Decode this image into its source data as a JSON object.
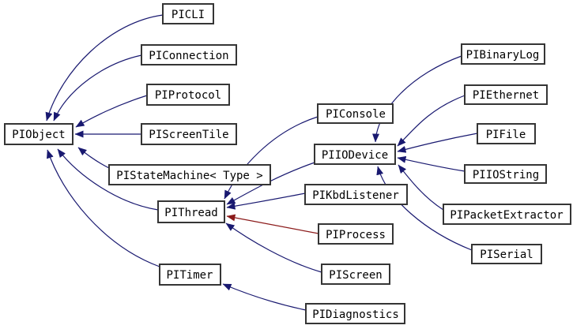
{
  "diagram": {
    "type": "class-inheritance-graph",
    "background_color": "#ffffff",
    "colors": {
      "public_inheritance_edge": "#191970",
      "private_inheritance_edge": "#8b1a1a",
      "node_border": "#353535",
      "node_fill": "#ffffff",
      "node_text": "#000000"
    },
    "nodes": [
      {
        "id": "PIObject",
        "label": "PIObject"
      },
      {
        "id": "PICLI",
        "label": "PICLI"
      },
      {
        "id": "PIConnection",
        "label": "PIConnection"
      },
      {
        "id": "PIProtocol",
        "label": "PIProtocol"
      },
      {
        "id": "PIScreenTile",
        "label": "PIScreenTile"
      },
      {
        "id": "PIStateMachine",
        "label": "PIStateMachine< Type >"
      },
      {
        "id": "PIThread",
        "label": "PIThread"
      },
      {
        "id": "PITimer",
        "label": "PITimer"
      },
      {
        "id": "PIConsole",
        "label": "PIConsole"
      },
      {
        "id": "PIIODevice",
        "label": "PIIODevice"
      },
      {
        "id": "PIKbdListener",
        "label": "PIKbdListener"
      },
      {
        "id": "PIProcess",
        "label": "PIProcess"
      },
      {
        "id": "PIScreen",
        "label": "PIScreen"
      },
      {
        "id": "PIDiagnostics",
        "label": "PIDiagnostics"
      },
      {
        "id": "PIBinaryLog",
        "label": "PIBinaryLog"
      },
      {
        "id": "PIEthernet",
        "label": "PIEthernet"
      },
      {
        "id": "PIFile",
        "label": "PIFile"
      },
      {
        "id": "PIIOString",
        "label": "PIIOString"
      },
      {
        "id": "PIPacketExtractor",
        "label": "PIPacketExtractor"
      },
      {
        "id": "PISerial",
        "label": "PISerial"
      }
    ],
    "edges": [
      {
        "from": "PICLI",
        "to": "PIObject",
        "relation": "public"
      },
      {
        "from": "PIConnection",
        "to": "PIObject",
        "relation": "public"
      },
      {
        "from": "PIProtocol",
        "to": "PIObject",
        "relation": "public"
      },
      {
        "from": "PIScreenTile",
        "to": "PIObject",
        "relation": "public"
      },
      {
        "from": "PIStateMachine< Type >",
        "to": "PIObject",
        "relation": "public"
      },
      {
        "from": "PIThread",
        "to": "PIObject",
        "relation": "public"
      },
      {
        "from": "PITimer",
        "to": "PIObject",
        "relation": "public"
      },
      {
        "from": "PIConsole",
        "to": "PIThread",
        "relation": "public"
      },
      {
        "from": "PIIODevice",
        "to": "PIThread",
        "relation": "public"
      },
      {
        "from": "PIKbdListener",
        "to": "PIThread",
        "relation": "public"
      },
      {
        "from": "PIProcess",
        "to": "PIThread",
        "relation": "private"
      },
      {
        "from": "PIScreen",
        "to": "PIThread",
        "relation": "public"
      },
      {
        "from": "PIBinaryLog",
        "to": "PIIODevice",
        "relation": "public"
      },
      {
        "from": "PIEthernet",
        "to": "PIIODevice",
        "relation": "public"
      },
      {
        "from": "PIFile",
        "to": "PIIODevice",
        "relation": "public"
      },
      {
        "from": "PIIOString",
        "to": "PIIODevice",
        "relation": "public"
      },
      {
        "from": "PIPacketExtractor",
        "to": "PIIODevice",
        "relation": "public"
      },
      {
        "from": "PISerial",
        "to": "PIIODevice",
        "relation": "public"
      },
      {
        "from": "PIDiagnostics",
        "to": "PITimer",
        "relation": "public"
      }
    ]
  }
}
